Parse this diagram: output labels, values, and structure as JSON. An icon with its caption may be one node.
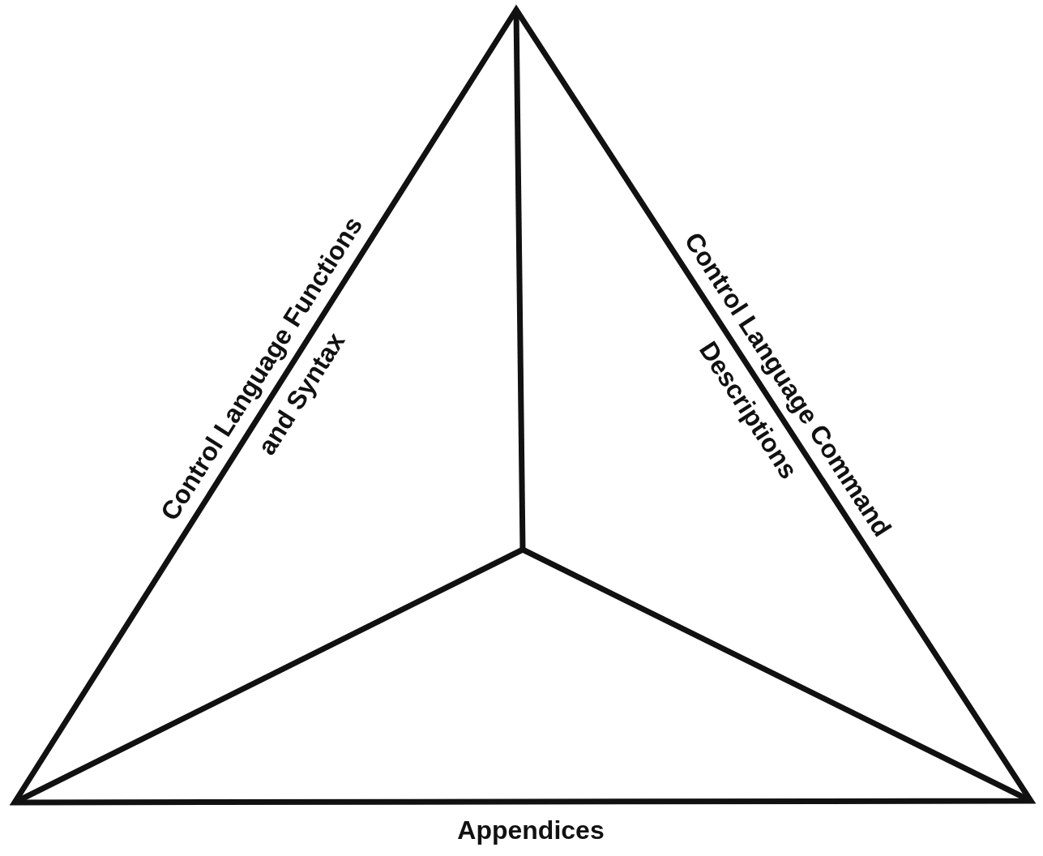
{
  "diagram": {
    "labels": [
      "Control Language Functions and Syntax",
      "Control Language Command Descriptions",
      "Appendices"
    ]
  }
}
